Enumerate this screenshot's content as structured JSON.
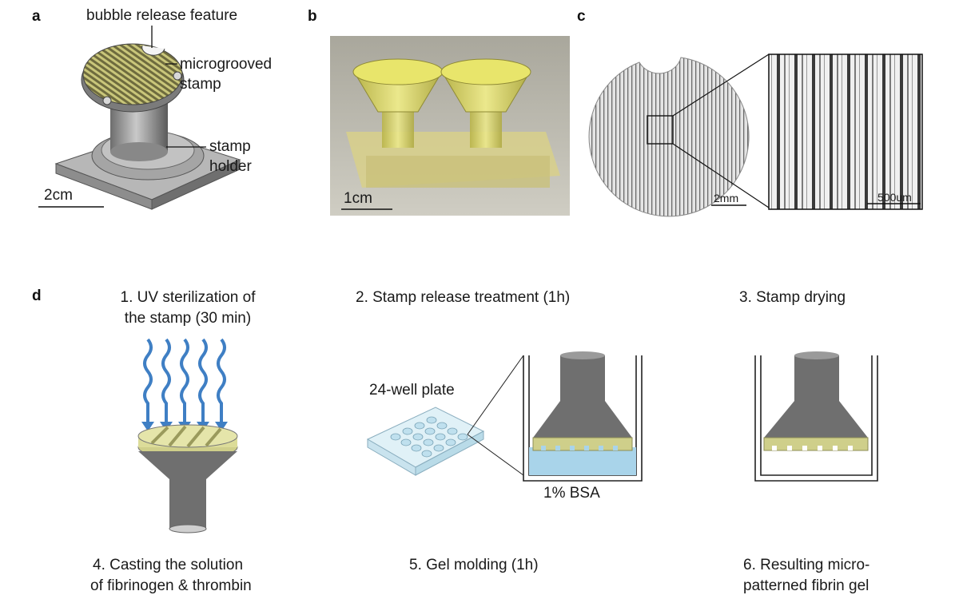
{
  "panels": {
    "a": {
      "letter": "a",
      "label_bubble": "bubble release feature",
      "label_stamp_l1": "microgrooved",
      "label_stamp_l2": "stamp",
      "label_holder_l1": "stamp",
      "label_holder_l2": "holder",
      "scale": "2cm"
    },
    "b": {
      "letter": "b",
      "scale": "1cm"
    },
    "c": {
      "letter": "c",
      "scale_left": "2mm",
      "scale_right": "500um"
    },
    "d": {
      "letter": "d",
      "step1_l1": "1.  UV sterilization of",
      "step1_l2": "the stamp (30 min)",
      "step2": "2. Stamp release treatment (1h)",
      "step3": "3. Stamp drying",
      "plate_label": "24-well plate",
      "bsa_label": "1% BSA",
      "step4_l1": "4. Casting the solution",
      "step4_l2": "of fibrinogen & thrombin",
      "step5": "5. Gel molding (1h)",
      "step6_l1": "6. Resulting micro-",
      "step6_l2": "patterned fibrin gel"
    }
  },
  "colors": {
    "stamp_yellow": "#d9d99a",
    "stamp_gray": "#707070",
    "uv_blue": "#3f7fc4",
    "bsa_blue": "#a9d4ea",
    "photo_bg": "#b9b7ac",
    "resin_yellow": "#d7d25a"
  }
}
